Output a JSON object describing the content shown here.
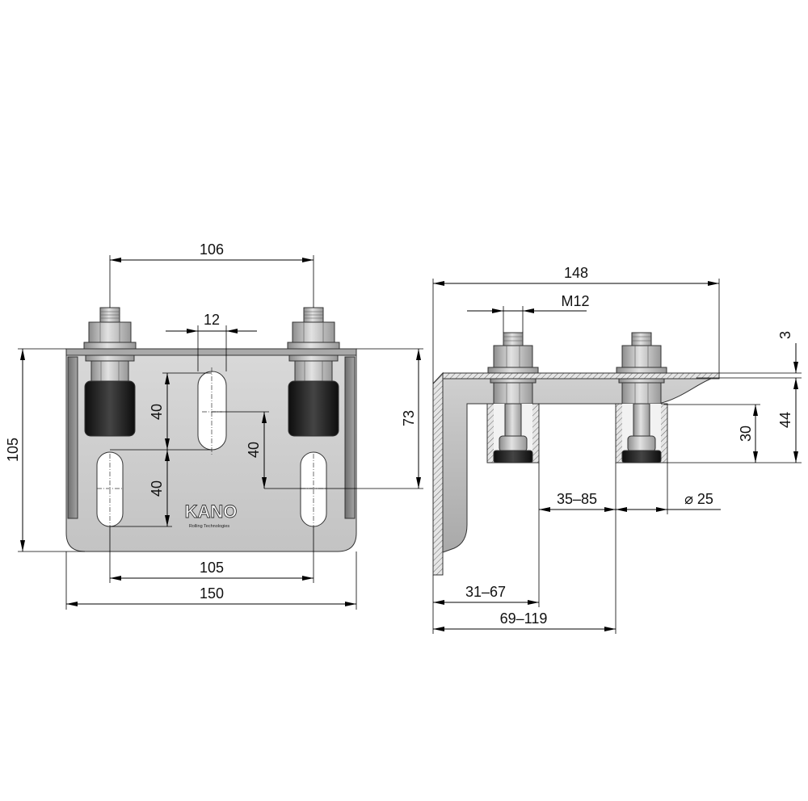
{
  "front_view": {
    "dim_bolt_spacing": "106",
    "dim_slot_width": "12",
    "dim_height": "105",
    "dim_height_upper": "73",
    "dim_slot_pitch_upper": "40",
    "dim_slot_pitch_lower": "40",
    "dim_slot_offset": "40",
    "dim_slot_spacing": "105",
    "dim_width": "150",
    "logo": {
      "brand": "KANO",
      "tagline": "Rolling Technologies"
    }
  },
  "side_view": {
    "dim_length": "148",
    "dim_thread": "M12",
    "dim_thickness": "3",
    "dim_total_height": "44",
    "dim_roller_height": "30",
    "dim_adjust_range": "35–85",
    "dim_roller_diameter": "⌀ 25",
    "dim_offset_first": "31–67",
    "dim_offset_second": "69–119"
  }
}
